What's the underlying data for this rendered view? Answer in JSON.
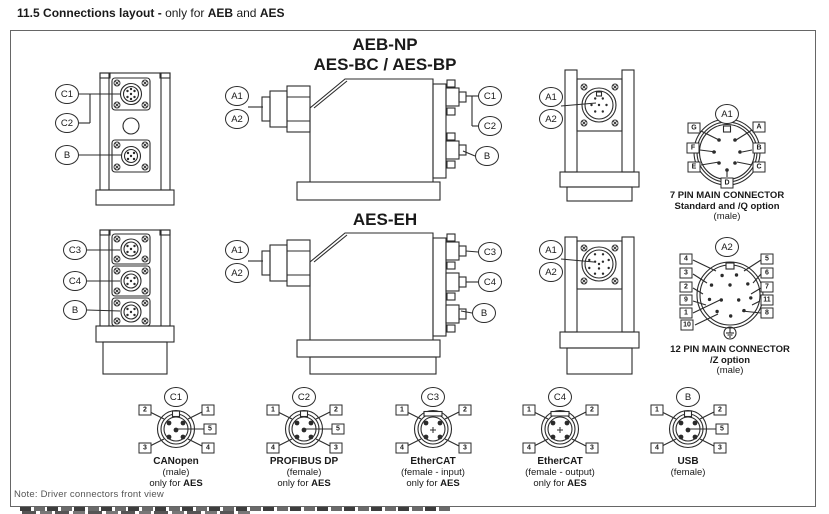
{
  "header": {
    "number": "11.5",
    "title": "Connections layout -",
    "rest_prefix": "only for",
    "model1": "AEB",
    "conj": "and",
    "model2": "AES"
  },
  "groups": {
    "top": {
      "title1": "AEB-NP",
      "title2": "AES-BC / AES-BP",
      "front_labels": [
        "C1",
        "C2",
        "B"
      ],
      "side_left_labels": [
        "A1",
        "A2"
      ],
      "side_right_labels": [
        "C1",
        "C2",
        "B"
      ],
      "rear_labels": [
        "A1",
        "A2"
      ]
    },
    "mid": {
      "title1": "AES-EH",
      "front_labels": [
        "C3",
        "C4",
        "B"
      ],
      "side_left_labels": [
        "A1",
        "A2"
      ],
      "side_right_labels": [
        "C3",
        "C4",
        "B"
      ],
      "rear_labels": [
        "A1",
        "A2"
      ]
    }
  },
  "pin7": {
    "ref": "A1",
    "pins": [
      "G",
      "A",
      "F",
      "B",
      "E",
      "C",
      "D"
    ],
    "caption1": "7 PIN MAIN CONNECTOR",
    "caption2": "Standard and /Q option",
    "caption3": "(male)"
  },
  "pin12": {
    "ref": "A2",
    "left": [
      "4",
      "3",
      "2",
      "9",
      "1",
      "10"
    ],
    "right": [
      "5",
      "6",
      "7",
      "11",
      "8"
    ],
    "caption1": "12 PIN MAIN CONNECTOR",
    "caption2": "/Z option",
    "caption3": "(male)"
  },
  "bottom_connectors": [
    {
      "ref": "C1",
      "type": "5pin",
      "name": "CANopen",
      "gender": "(male)",
      "only_prefix": "only for",
      "only_bold": "AES",
      "tl": "2",
      "tr": "1",
      "r": "5",
      "bl": "3",
      "br": "4"
    },
    {
      "ref": "C2",
      "type": "5pin",
      "name": "PROFIBUS DP",
      "gender": "(female)",
      "only_prefix": "only for",
      "only_bold": "AES",
      "tl": "1",
      "tr": "2",
      "r": "5",
      "bl": "4",
      "br": "3"
    },
    {
      "ref": "C3",
      "type": "4pin",
      "name": "EtherCAT",
      "gender": "(female - input)",
      "only_prefix": "only for",
      "only_bold": "AES",
      "tl": "1",
      "tr": "2",
      "bl": "4",
      "br": "3"
    },
    {
      "ref": "C4",
      "type": "4pin",
      "name": "EtherCAT",
      "gender": "(female - output)",
      "only_prefix": "only for",
      "only_bold": "AES",
      "tl": "1",
      "tr": "2",
      "bl": "4",
      "br": "3"
    },
    {
      "ref": "B",
      "type": "5pin",
      "name": "USB",
      "gender": "(female)",
      "tl": "1",
      "tr": "2",
      "r": "5",
      "bl": "4",
      "br": "3"
    }
  ],
  "note": {
    "label": "Note:",
    "text": "Driver connectors front view"
  },
  "colors": {
    "ink": "#2b2b2b"
  }
}
